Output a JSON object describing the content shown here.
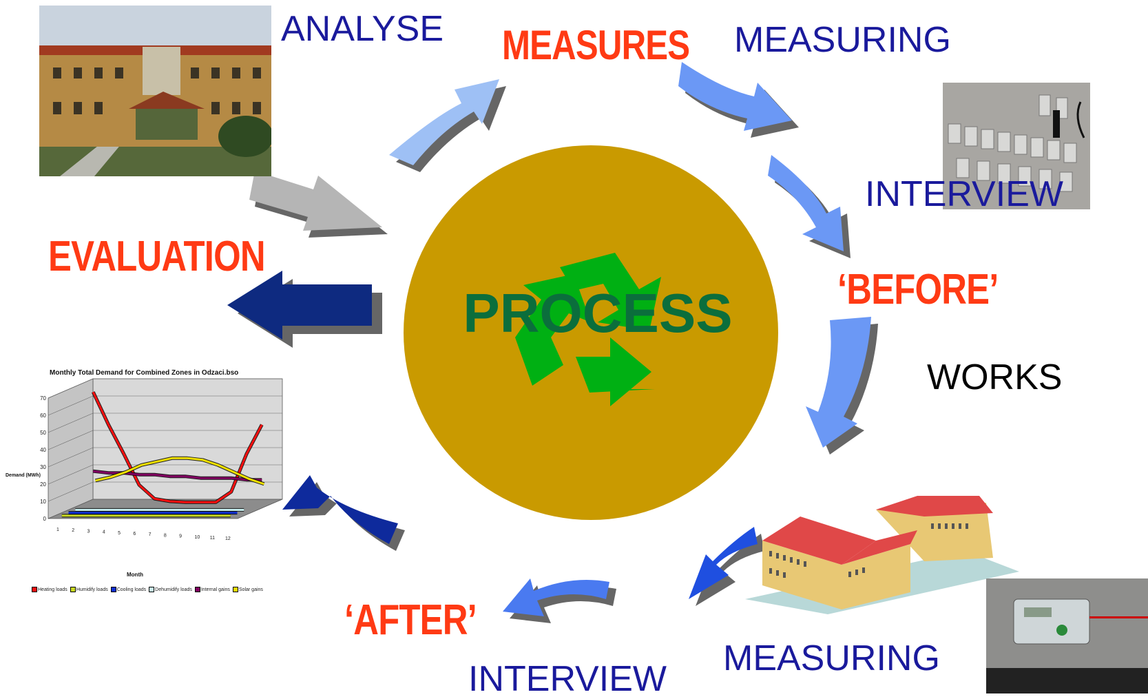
{
  "center": {
    "label": "PROCESS",
    "circle_color": "#c99a00",
    "text_color": "#0b6e3c",
    "recycle_color": "#00b013"
  },
  "labels": {
    "analyse": "ANALYSE",
    "measures": "MEASURES",
    "measuring_top": "MEASURING",
    "interview_right": "INTERVIEW",
    "before": "‘BEFORE’",
    "works": "WORKS",
    "measuring_bottom": "MEASURING",
    "interview_bottom": "INTERVIEW",
    "after": "‘AFTER’",
    "evaluation": "EVALUATION"
  },
  "colors": {
    "label_blue": "#1a1a9c",
    "label_red": "#ff3a14",
    "arrow_light": "#6b98f5",
    "arrow_dark": "#0e2a80",
    "arrow_grey": "#b5b5b5"
  },
  "chart_data": {
    "type": "line",
    "title": "Monthly Total Demand for Combined Zones in  Odzaci.bso",
    "ylabel": "Demand (MWh)",
    "xlabel": "Month",
    "x": [
      1,
      2,
      3,
      4,
      5,
      6,
      7,
      8,
      9,
      10,
      11,
      12
    ],
    "ylim": [
      0,
      70
    ],
    "yticks": [
      0,
      10,
      20,
      30,
      40,
      50,
      60,
      70
    ],
    "series": [
      {
        "name": "Heating loads",
        "color": "#ff1010",
        "values": [
          64,
          45,
          28,
          10,
          2,
          0.5,
          0,
          0,
          0,
          6,
          28,
          45
        ]
      },
      {
        "name": "Humidify loads",
        "color": "#c8d820",
        "values": [
          0,
          0,
          0,
          0,
          0,
          0,
          0,
          0,
          0,
          0,
          0,
          0
        ]
      },
      {
        "name": "Cooling loads",
        "color": "#1030d0",
        "values": [
          0,
          0,
          0,
          0,
          0,
          0,
          0,
          0,
          0,
          0,
          0,
          0
        ]
      },
      {
        "name": "Dehumidify loads",
        "color": "#c8f0f0",
        "values": [
          0,
          0,
          0,
          0,
          0,
          0,
          0,
          0,
          0,
          0,
          0,
          0
        ]
      },
      {
        "name": "Internal gains",
        "color": "#800060",
        "values": [
          18,
          17,
          17,
          16,
          16,
          15,
          15,
          14,
          14,
          14,
          13,
          13
        ]
      },
      {
        "name": "Solar gains",
        "color": "#f0e000",
        "values": [
          12,
          14,
          17,
          21,
          23,
          25,
          25,
          24,
          21,
          17,
          13,
          10
        ]
      }
    ],
    "legend_position": "bottom",
    "grid": true
  }
}
